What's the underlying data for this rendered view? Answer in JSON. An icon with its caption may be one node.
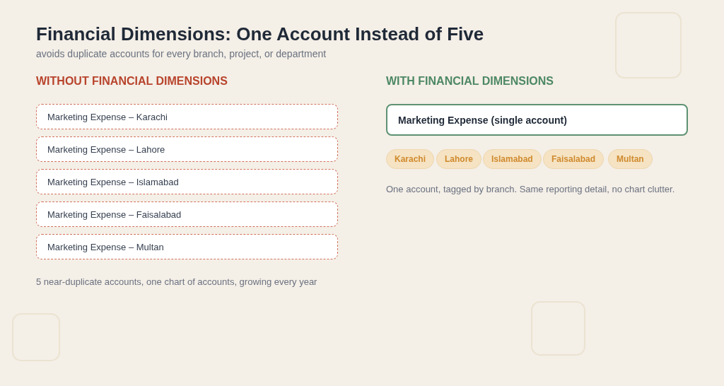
{
  "diagram": {
    "title": "Financial Dimensions: One Account Instead of Five",
    "nodes": [
      {
        "text": [
          "Marketing Expense – Karachi"
        ]
      },
      {
        "text": [
          "Marketing Expense – Lahore"
        ]
      },
      {
        "text": [
          "Marketing Expense – Islamabad"
        ]
      },
      {
        "text": [
          "Marketing Expense – Faisalabad"
        ]
      },
      {
        "text": [
          "Marketing Expense – Multan"
        ]
      },
      {
        "text": [
          "Marketing Expense (single account)"
        ]
      },
      {
        "text": [
          "Karachi"
        ]
      },
      {
        "text": [
          "Lahore"
        ]
      },
      {
        "text": [
          "Islamabad"
        ]
      },
      {
        "text": [
          "Faisalabad"
        ]
      },
      {
        "text": [
          "Multan"
        ]
      }
    ],
    "labels": [
      "avoids duplicate accounts for every branch, project, or department",
      "WITHOUT FINANCIAL DIMENSIONS",
      "5 near-duplicate accounts, one chart of accounts, growing every year",
      "WITH FINANCIAL DIMENSIONS",
      "One account, tagged by branch. Same reporting detail, no chart clutter."
    ]
  }
}
